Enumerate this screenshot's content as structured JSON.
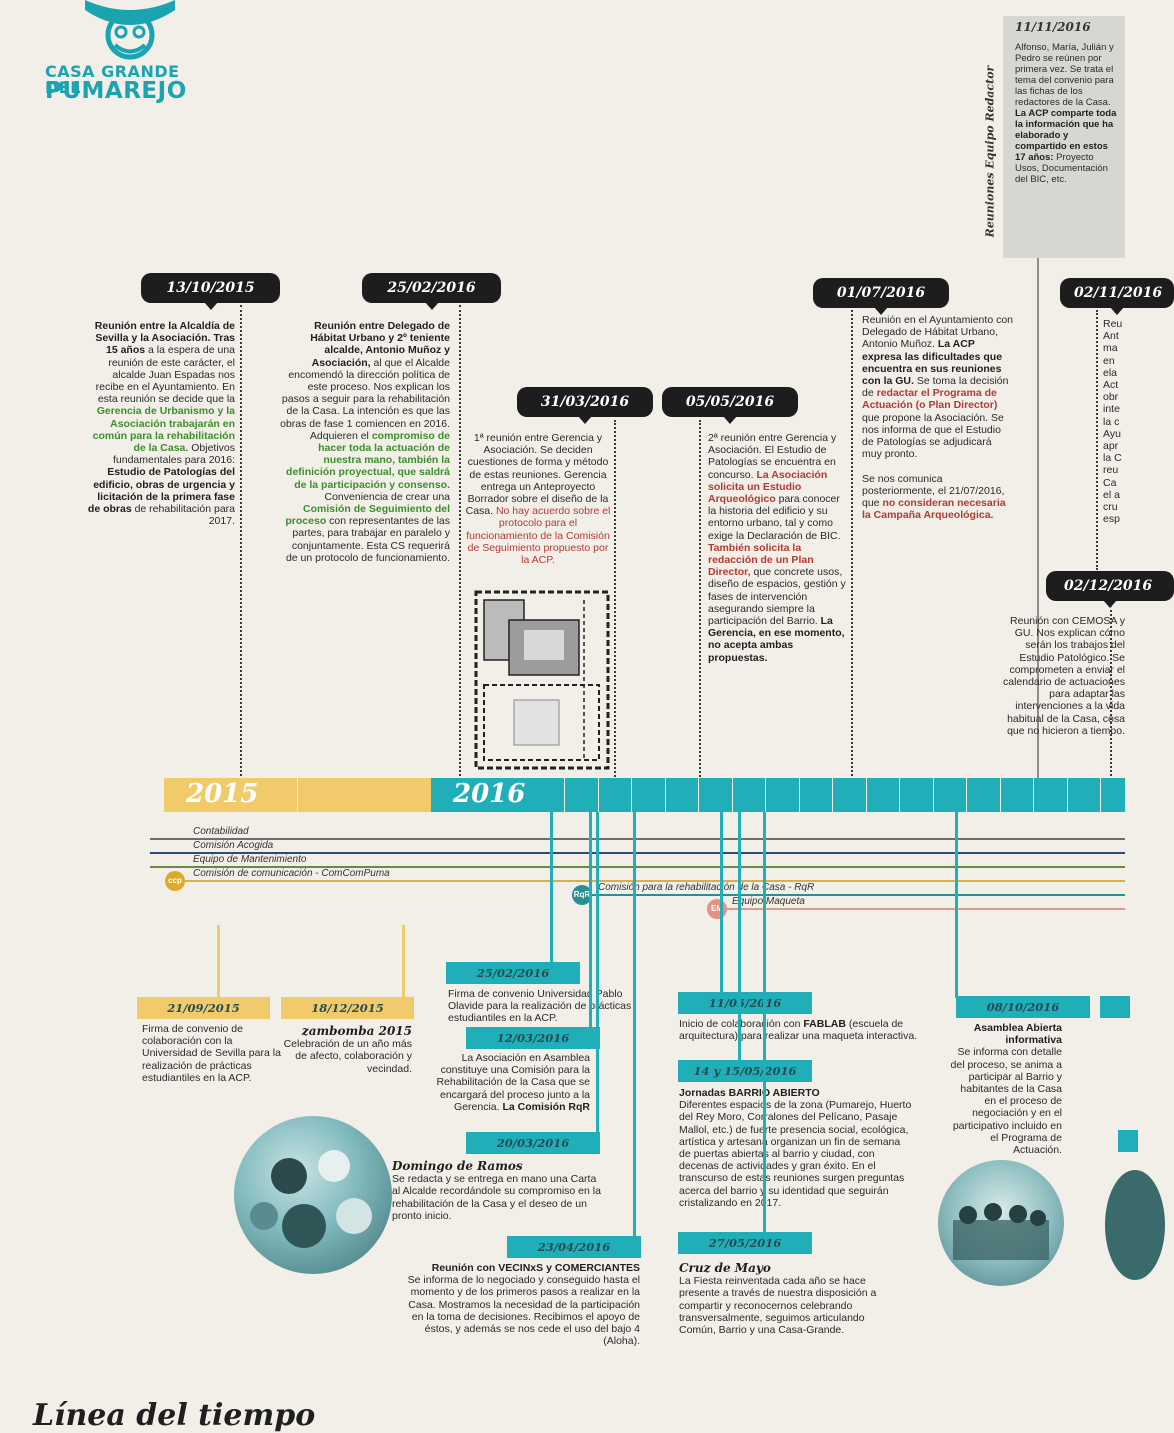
{
  "logo": {
    "line1": "CASA GRANDE DEL",
    "line2": "PUMAREJO"
  },
  "footer_title": "Línea del tiempo",
  "years": {
    "y2015": "2015",
    "y2016": "2016"
  },
  "equipo_redactor": {
    "side_label": "Reuniones Equipo Redactor",
    "date": "11/11/2016",
    "text_a": "Alfonso, María, Julián y Pedro se reúnen por primera vez. Se trata el tema del convenio para las fichas de los redactores de la Casa. ",
    "text_b": "La ACP comparte toda la información que ha elaborado y compartido en estos 17 años:",
    "text_c": " Proyecto Usos, Documentación del BIC, etc."
  },
  "events_top": [
    {
      "date": "13/10/2015",
      "t1": "Reunión entre la Alcaldía de Sevilla y la Asociación. Tras 15 años",
      "t2": " a la espera de una reunión de este carácter, el alcalde Juan Espadas nos recibe en el Ayuntamiento. En esta reunión se decide que la ",
      "t3": "Gerencia de Urbanismo y la Asociación trabajarán en común para la rehabilitación de la Casa.",
      "t4": " Objetivos fundamentales para 2016: ",
      "t5": "Estudio de Patologías del edificio, obras de urgencia y licitación de la primera fase de obras",
      "t6": " de rehabilitación para 2017."
    },
    {
      "date": "25/02/2016",
      "t1": "Reunión entre Delegado de Hábitat Urbano y 2º teniente alcalde, Antonio Muñoz y Asociación,",
      "t2": " al que el Alcalde encomendó la dirección política de este proceso. Nos explican los pasos a seguir para la rehabilitación de la Casa. La intención es que las obras de fase 1 comiencen en 2016. Adquieren el ",
      "t3": "compromiso de hacer toda la actuación de nuestra mano, también la definición proyectual, que saldrá de la participación y consenso.",
      "t4": " Conveniencia de crear una ",
      "t5": "Comisión de Seguimiento del proceso",
      "t6": " con representantes de las partes, para trabajar en paralelo y conjuntamente. Esta CS requerirá de un protocolo de funcionamiento."
    },
    {
      "date": "31/03/2016",
      "t1": "1ª reunión entre Gerencia y Asociación. Se deciden cuestiones de forma y método de estas reuniones. Gerencia entrega un Anteproyecto Borrador sobre el diseño de la Casa. ",
      "t2": "No hay acuerdo sobre el protocolo para el funcionamiento de la Comisión de Seguimiento propuesto por la ACP."
    },
    {
      "date": "05/05/2016",
      "t1": "2ª reunión entre Gerencia y Asociación. El Estudio de Patologías se encuentra en concurso. ",
      "t2": "La Asociación solicita un Estudio Arqueológico",
      "t3": " para conocer la historia del edificio y su entorno urbano, tal y como exige la Declaración de BIC. ",
      "t4": "También solicita la redacción de un Plan Director,",
      "t5": " que concrete usos, diseño de espacios, gestión y fases de intervención asegurando siempre la participación del Barrio. ",
      "t6": "La Gerencia, en ese momento, no acepta ambas propuestas."
    },
    {
      "date": "01/07/2016",
      "t1": "Reunión en el Ayuntamiento con Delegado de Hábitat Urbano, Antonio Muñoz. ",
      "t2": "La ACP expresa las dificultades que encuentra en sus reuniones con la GU.",
      "t3": " Se toma la decisión de ",
      "t4": "redactar el Programa de Actuación (o Plan Director)",
      "t5": " que propone la Asociación. Se nos informa de que el Estudio de Patologías se adjudicará muy pronto.",
      "t6": "Se nos comunica posteriormente, el 21/07/2016, que ",
      "t7": "no consideran necesaria la Campaña Arqueológica."
    },
    {
      "date": "02/11/2016",
      "t1": "Reu Ant ma en ela Act obr inte la c Ayu apr la C reu Ca el a cru esp"
    },
    {
      "date": "02/12/2016",
      "t1": "Reunión con CEMOSA y GU. Nos explican cómo serán los trabajos del Estudio Patológico. Se comprometen a enviar el calendario de actuaciones para adaptar las intervenciones a la vida habitual de la Casa, cosa que no hicieron a tiempo."
    }
  ],
  "commissions": [
    {
      "label": "Contabilidad"
    },
    {
      "label": "Comisión Acogida"
    },
    {
      "label": "Equipo de Mantenimiento"
    },
    {
      "label": "Comisión de comunicación - ComComPuma",
      "badge": "ccp"
    },
    {
      "label": "Comisión para la rehabilitación de la Casa - RqR",
      "badge": "RqR"
    },
    {
      "label": "Equipo Maqueta",
      "badge": "EM"
    }
  ],
  "events_bottom": [
    {
      "date": "21/09/2015",
      "t1": "Firma de convenio de colaboración con la Universidad de Sevilla para la realización de prácticas estudiantiles en la ACP."
    },
    {
      "date": "18/12/2015",
      "t0": "zambomba 2015",
      "t1": "Celebración de un año más de afecto, colaboración y vecindad."
    },
    {
      "date": "25/02/2016",
      "t1": "Firma de convenio Universidad Pablo Olavide para la realización de prácticas estudiantiles en la ACP."
    },
    {
      "date": "12/03/2016",
      "t1": "La Asociación en Asamblea constituye una Comisión para la Rehabilitación de la Casa que se encargará del proceso junto a la Gerencia. ",
      "t2": "La Comisión RqR"
    },
    {
      "date": "20/03/2016",
      "t0": "Domingo de Ramos",
      "t1": "Se redacta y se entrega en mano una Carta al Alcalde recordándole su compromiso en la rehabilitación de la Casa y el deseo de un pronto inicio."
    },
    {
      "date": "23/04/2016",
      "t0": "Reunión con VECINxS y COMERCIANTES",
      "t1": "Se informa de lo negociado y conseguido hasta el momento y de los primeros pasos a realizar en la Casa. Mostramos la necesidad de la participación en la toma de decisiones. Recibimos el apoyo de éstos, y además se nos cede el uso del bajo 4 (Aloha)."
    },
    {
      "date": "11/05/2016",
      "t1": "Inicio de colaboración con ",
      "t2": "FABLAB",
      "t3": " (escuela de arquitectura) para realizar una maqueta interactiva."
    },
    {
      "date": "14 y 15/05/2016",
      "t0": "Jornadas BARRIO ABIERTO",
      "t1": "Diferentes espacios de la zona (Pumarejo, Huerto del Rey Moro, Corralones del Pelícano, Pasaje Mallol, etc.) de fuerte presencia social, ecológica, artística y artesana organizan un fin de semana de puertas abiertas al barrio y ciudad, con decenas de actividades y gran éxito. En el transcurso de estas reuniones surgen preguntas acerca del barrio y su identidad que seguirán cristalizando en 2017."
    },
    {
      "date": "27/05/2016",
      "t0": "Cruz de Mayo",
      "t1": "La Fiesta reinventada cada año se hace presente a través de nuestra disposición a compartir y reconocernos celebrando transversalmente, seguimos articulando Común, Barrio y una Casa-Grande."
    },
    {
      "date": "08/10/2016",
      "t0": "Asamblea Abierta informativa",
      "t1": "Se informa con detalle del proceso, se anima a participar al Barrio y habitantes de la Casa en el proceso de negociación y en el participativo incluido en el Programa de Actuación."
    }
  ],
  "colors": {
    "cyan": "#20aeb9",
    "yellow": "#f0ca6b",
    "dark": "#1d1d1d",
    "bg": "#f2efe9",
    "accent_green": "#3f8c2e",
    "accent_red": "#b13b32"
  }
}
